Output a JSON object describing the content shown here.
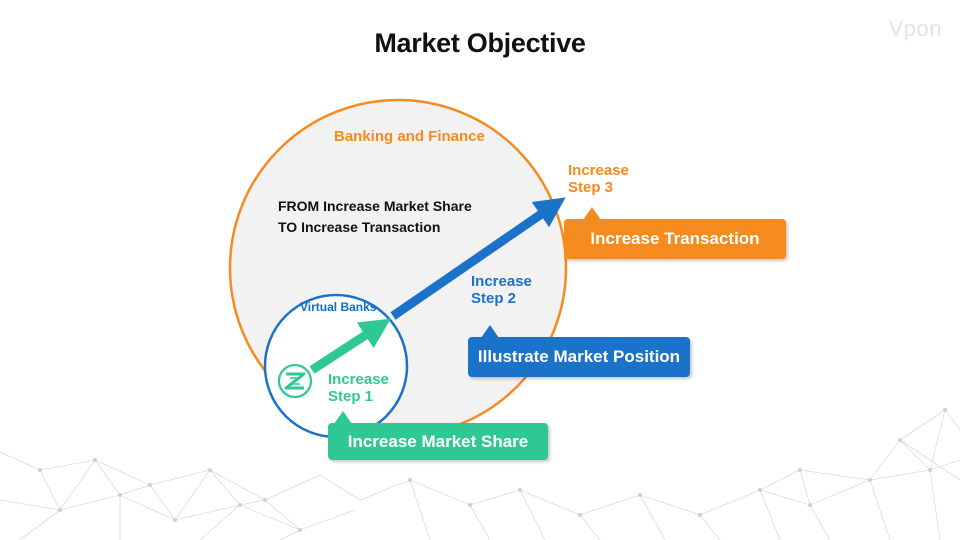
{
  "header": {
    "title": "Market Objective",
    "logo": "Vpon"
  },
  "diagram": {
    "outer_label": "Banking and Finance",
    "strategy_from": "FROM Increase Market Share",
    "strategy_to": "TO Increase Transaction",
    "inner_label": "Virtual Banks",
    "steps": [
      {
        "label_line1": "Increase",
        "label_line2": "Step 1",
        "callout": "Increase Market Share"
      },
      {
        "label_line1": "Increase",
        "label_line2": "Step 2",
        "callout": "Illustrate Market Position"
      },
      {
        "label_line1": "Increase",
        "label_line2": "Step 3",
        "callout": "Increase Transaction"
      }
    ]
  },
  "colors": {
    "orange": "#f58a1f",
    "blue": "#1a73c8",
    "green": "#2fc894",
    "circle_fill": "#f2f2f2"
  }
}
